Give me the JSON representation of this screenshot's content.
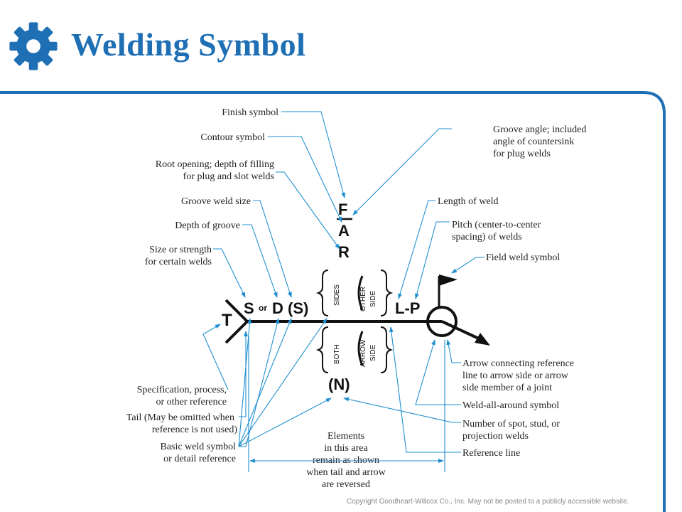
{
  "header": {
    "title": "Welding Symbol",
    "icon": "gear-icon",
    "accent_color": "#1f6fb5"
  },
  "labels": {
    "finish": "Finish symbol",
    "contour": "Contour symbol",
    "root_1": "Root opening; depth of filling",
    "root_2": "for plug and slot welds",
    "groove_size": "Groove weld size",
    "depth_groove": "Depth of groove",
    "size_1": "Size or strength",
    "size_2": "for certain welds",
    "spec_1": "Specification, process,",
    "spec_2": "or other reference",
    "tail_1": "Tail (May be omitted when",
    "tail_2": "reference is not used)",
    "basic_1": "Basic weld symbol",
    "basic_2": "or detail reference",
    "elements_1": "Elements",
    "elements_2": "in this area",
    "elements_3": "remain as shown",
    "elements_4": "when tail and arrow",
    "elements_5": "are reversed",
    "groove_angle_1": "Groove angle; included",
    "groove_angle_2": "angle of countersink",
    "groove_angle_3": "for plug welds",
    "length": "Length of weld",
    "pitch_1": "Pitch (center-to-center",
    "pitch_2": "spacing) of welds",
    "field": "Field weld symbol",
    "arrow_conn_1": "Arrow connecting reference",
    "arrow_conn_2": "line to arrow side or arrow",
    "arrow_conn_3": "side member of a joint",
    "all_around": "Weld-all-around symbol",
    "number_1": "Number of spot, stud, or",
    "number_2": "projection welds",
    "reference_line": "Reference line"
  },
  "symbol": {
    "F": "F",
    "A": "A",
    "R": "R",
    "T": "T",
    "S": "S",
    "or": "or",
    "D": "D",
    "S_paren": "(S)",
    "LP": "L-P",
    "N": "(N)",
    "sides": "SIDES",
    "other": "OTHER",
    "side_top": "SIDE",
    "both": "BOTH",
    "arrow": "ARROW",
    "side_bottom": "SIDE"
  },
  "footer": {
    "copyright": "Copyright Goodheart-Willcox Co., Inc. May not be posted to a publicly accessible website."
  }
}
